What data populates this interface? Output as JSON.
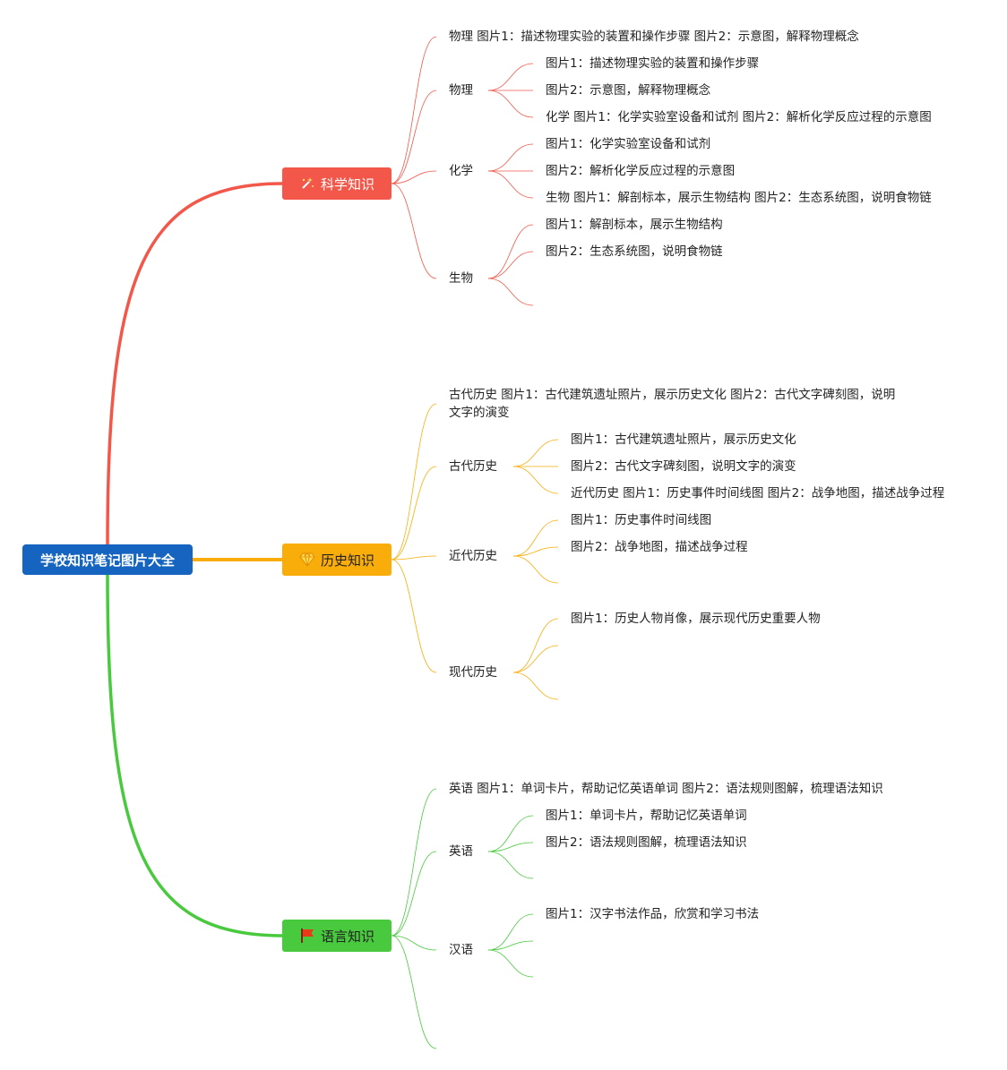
{
  "root": {
    "label": "学校知识笔记图片大全"
  },
  "colors": {
    "root": "#1565c0",
    "science": "#f2574a",
    "history": "#f9ad0a",
    "language": "#49c93e"
  },
  "branches": {
    "science": {
      "label": "科学知识",
      "icon": "magic-wand-icon",
      "summary": "物理 图片1：描述物理实验的装置和操作步骤 图片2：示意图，解释物理概念",
      "physics": {
        "label": "物理",
        "items": [
          "图片1：描述物理实验的装置和操作步骤",
          "图片2：示意图，解释物理概念",
          "化学 图片1：化学实验室设备和试剂 图片2：解析化学反应过程的示意图"
        ]
      },
      "chemistry": {
        "label": "化学",
        "items": [
          "图片1：化学实验室设备和试剂",
          "图片2：解析化学反应过程的示意图",
          "生物 图片1：解剖标本，展示生物结构 图片2：生态系统图，说明食物链"
        ]
      },
      "biology": {
        "label": "生物",
        "items": [
          "图片1：解剖标本，展示生物结构",
          "图片2：生态系统图，说明食物链"
        ]
      }
    },
    "history": {
      "label": "历史知识",
      "icon": "gem-icon",
      "summary": "古代历史 图片1：古代建筑遗址照片，展示历史文化 图片2：古代文字碑刻图，说明文字的演变",
      "ancient": {
        "label": "古代历史",
        "items": [
          "图片1：古代建筑遗址照片，展示历史文化",
          "图片2：古代文字碑刻图，说明文字的演变",
          "近代历史 图片1：历史事件时间线图 图片2：战争地图，描述战争过程"
        ]
      },
      "modern": {
        "label": "近代历史",
        "items": [
          "图片1：历史事件时间线图",
          "图片2：战争地图，描述战争过程"
        ]
      },
      "contemporary": {
        "label": "现代历史",
        "items": [
          "图片1：历史人物肖像，展示现代历史重要人物"
        ]
      }
    },
    "language": {
      "label": "语言知识",
      "icon": "red-flag-icon",
      "summary": "英语 图片1：单词卡片，帮助记忆英语单词 图片2：语法规则图解，梳理语法知识",
      "english": {
        "label": "英语",
        "items": [
          "图片1：单词卡片，帮助记忆英语单词",
          "图片2：语法规则图解，梳理语法知识"
        ]
      },
      "chinese": {
        "label": "汉语",
        "items": [
          "图片1：汉字书法作品，欣赏和学习书法"
        ]
      }
    }
  }
}
